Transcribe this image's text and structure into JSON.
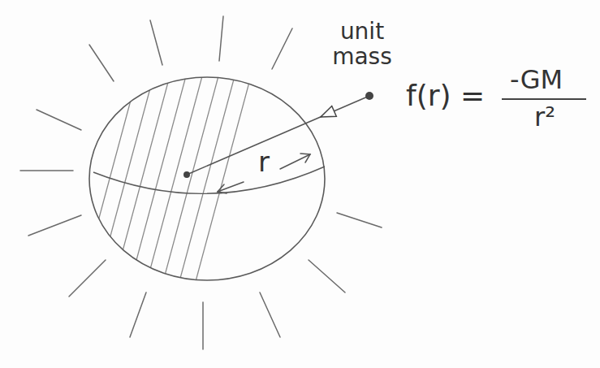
{
  "diagram": {
    "labels": [
      "unit mass",
      "r",
      "f(r) =",
      "-GM",
      "r²"
    ]
  }
}
